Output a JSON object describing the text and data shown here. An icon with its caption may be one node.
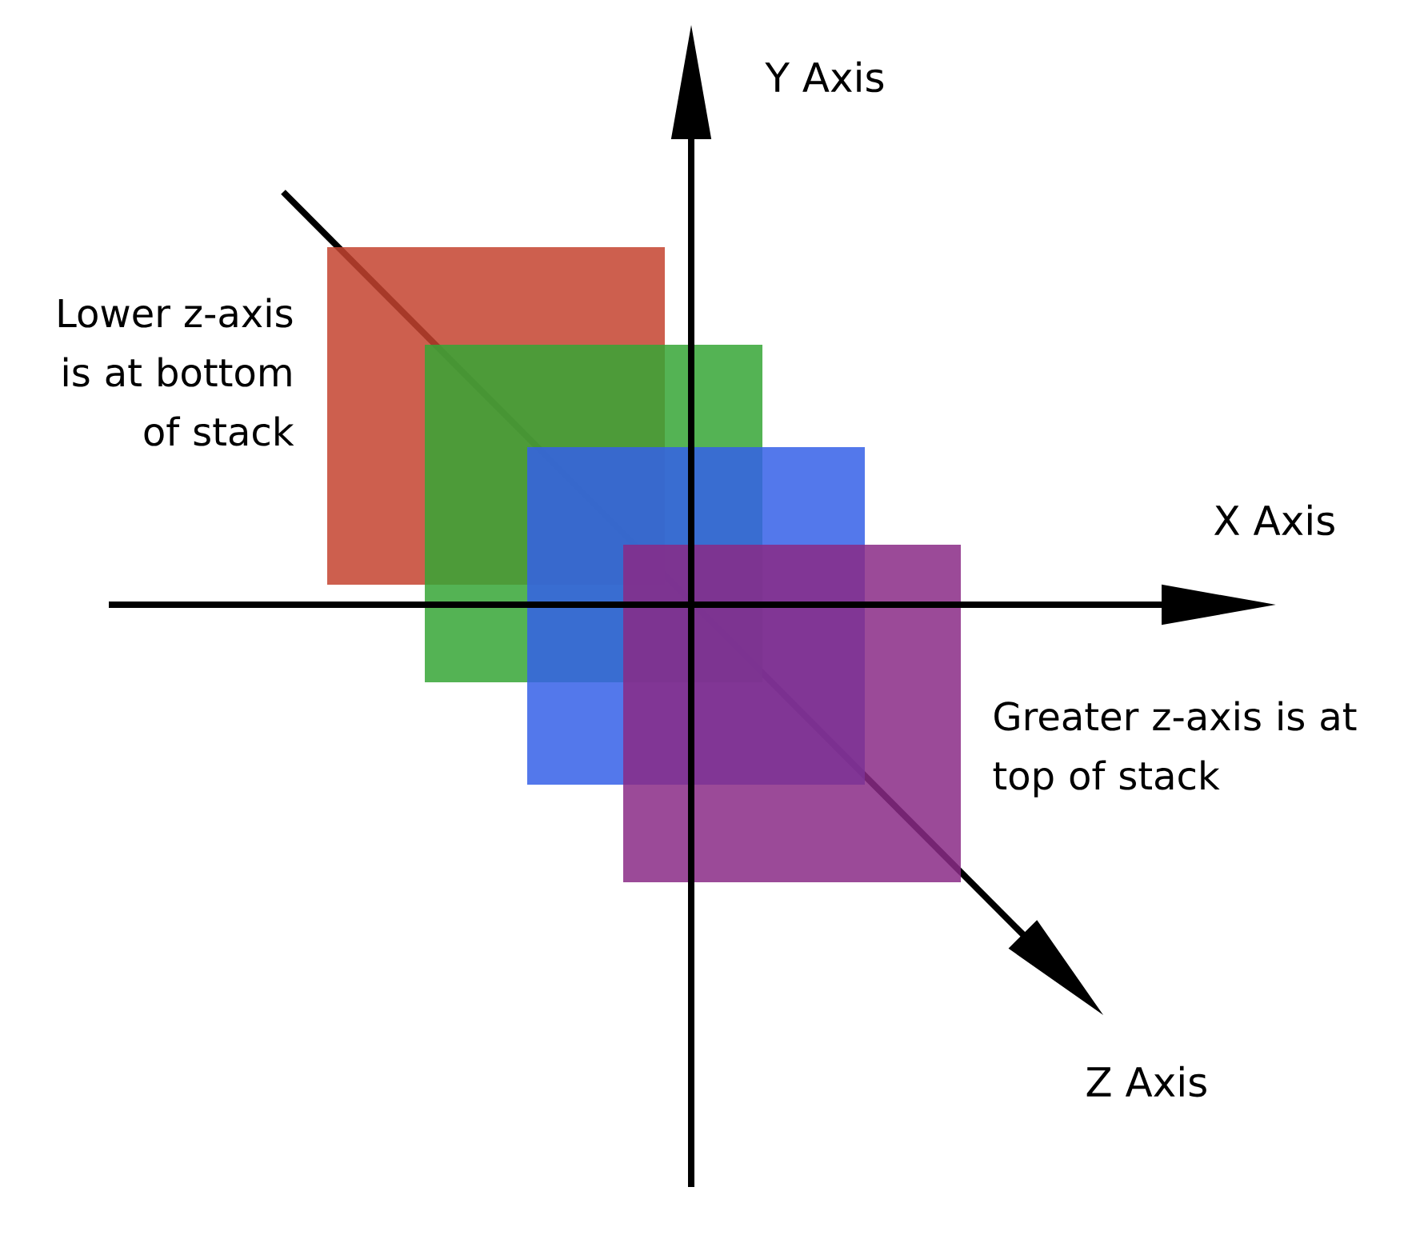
{
  "diagram": {
    "nodes": [
      {
        "text": [],
        "shape": "box"
      },
      {
        "text": [],
        "shape": "box"
      },
      {
        "text": [],
        "shape": "box"
      },
      {
        "text": [],
        "shape": "box"
      }
    ],
    "labels": [
      "Y Axis",
      "Lower z-axis is at bottom of stack",
      "X Axis",
      "Greater z-axis is at top of stack",
      "Z Axis"
    ]
  }
}
